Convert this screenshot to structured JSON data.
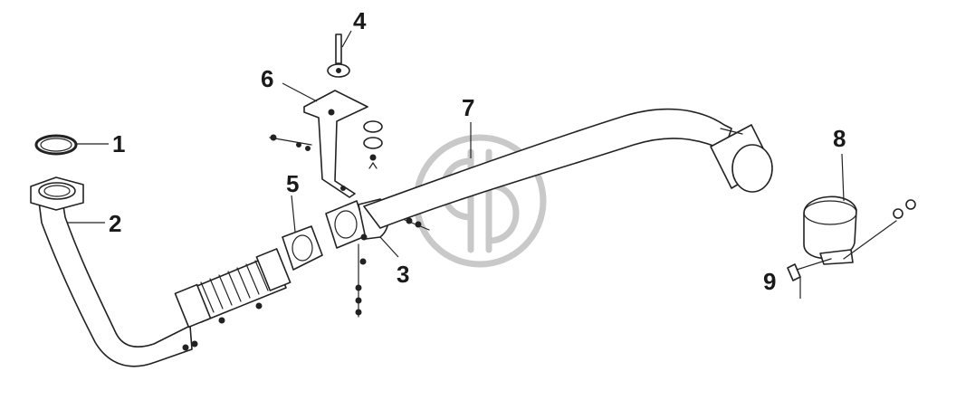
{
  "diagram": {
    "callouts": [
      {
        "id": "1",
        "label": "1"
      },
      {
        "id": "2",
        "label": "2"
      },
      {
        "id": "3",
        "label": "3"
      },
      {
        "id": "4",
        "label": "4"
      },
      {
        "id": "5",
        "label": "5"
      },
      {
        "id": "6",
        "label": "6"
      },
      {
        "id": "7",
        "label": "7"
      },
      {
        "id": "8",
        "label": "8"
      },
      {
        "id": "9",
        "label": "9"
      }
    ],
    "watermark_icon": "logo-watermark-icon"
  }
}
